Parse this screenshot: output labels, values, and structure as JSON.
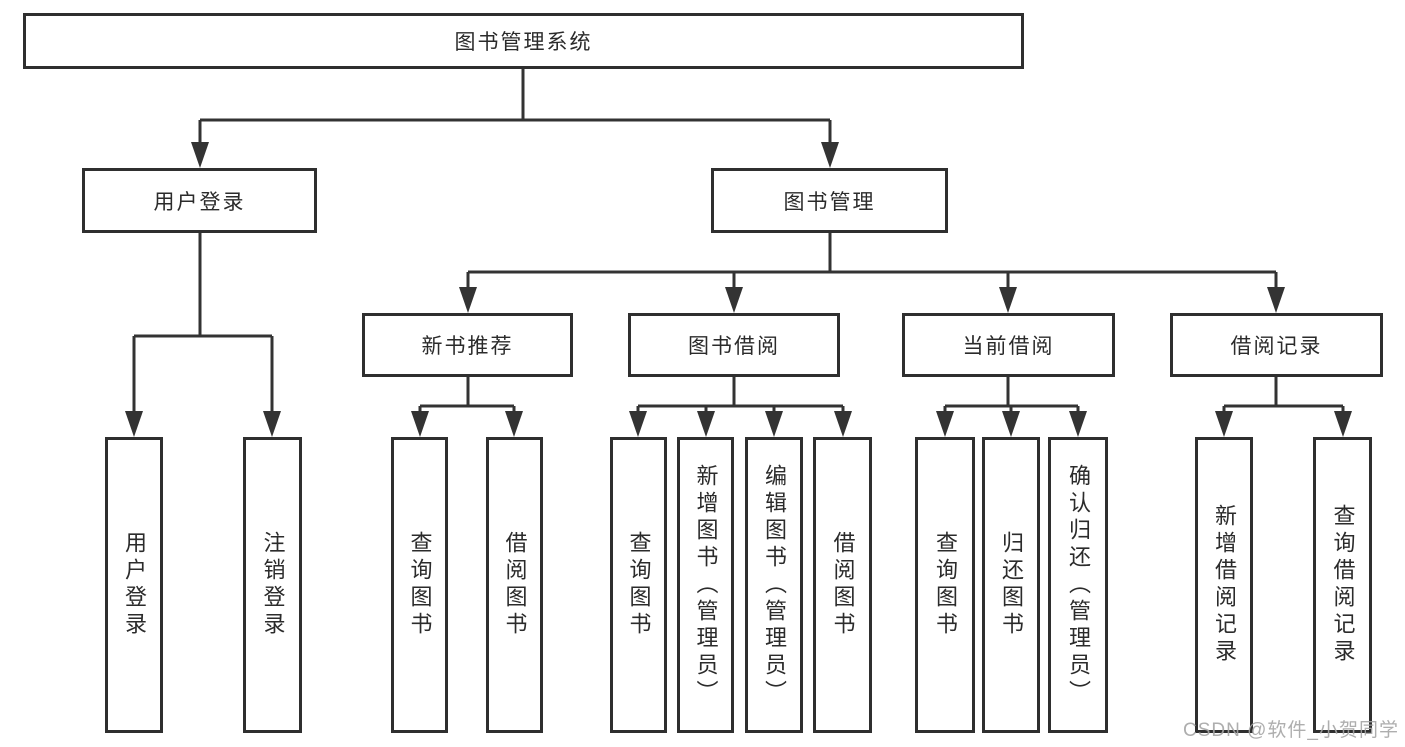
{
  "watermark": "CSDN @软件_小贺同学",
  "colors": {
    "line": "#333333",
    "box_border": "#2f2f2f",
    "box_fill": "#ffffff",
    "text": "#2b2b2b",
    "watermark": "#a5a5a5"
  },
  "tree": {
    "label": "图书管理系统",
    "children": [
      {
        "label": "用户登录",
        "children": [
          {
            "label": "用户登录"
          },
          {
            "label": "注销登录"
          }
        ]
      },
      {
        "label": "图书管理",
        "children": [
          {
            "label": "新书推荐",
            "children": [
              {
                "label": "查询图书"
              },
              {
                "label": "借阅图书"
              }
            ]
          },
          {
            "label": "图书借阅",
            "children": [
              {
                "label": "查询图书"
              },
              {
                "label": "新增图书（管理员）"
              },
              {
                "label": "编辑图书（管理员）"
              },
              {
                "label": "借阅图书"
              }
            ]
          },
          {
            "label": "当前借阅",
            "children": [
              {
                "label": "查询图书"
              },
              {
                "label": "归还图书"
              },
              {
                "label": "确认归还（管理员）"
              }
            ]
          },
          {
            "label": "借阅记录",
            "children": [
              {
                "label": "新增借阅记录"
              },
              {
                "label": "查询借阅记录"
              }
            ]
          }
        ]
      }
    ]
  }
}
